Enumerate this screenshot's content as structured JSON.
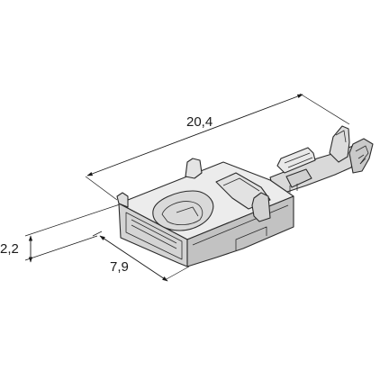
{
  "dimensions": {
    "length": "20,4",
    "height": "2,2",
    "width": "7,9"
  },
  "colors": {
    "ink": "#1a1a1a",
    "metal_light": "#ececec",
    "metal_mid": "#d6d6d6",
    "metal_dark": "#b9b9b9"
  }
}
